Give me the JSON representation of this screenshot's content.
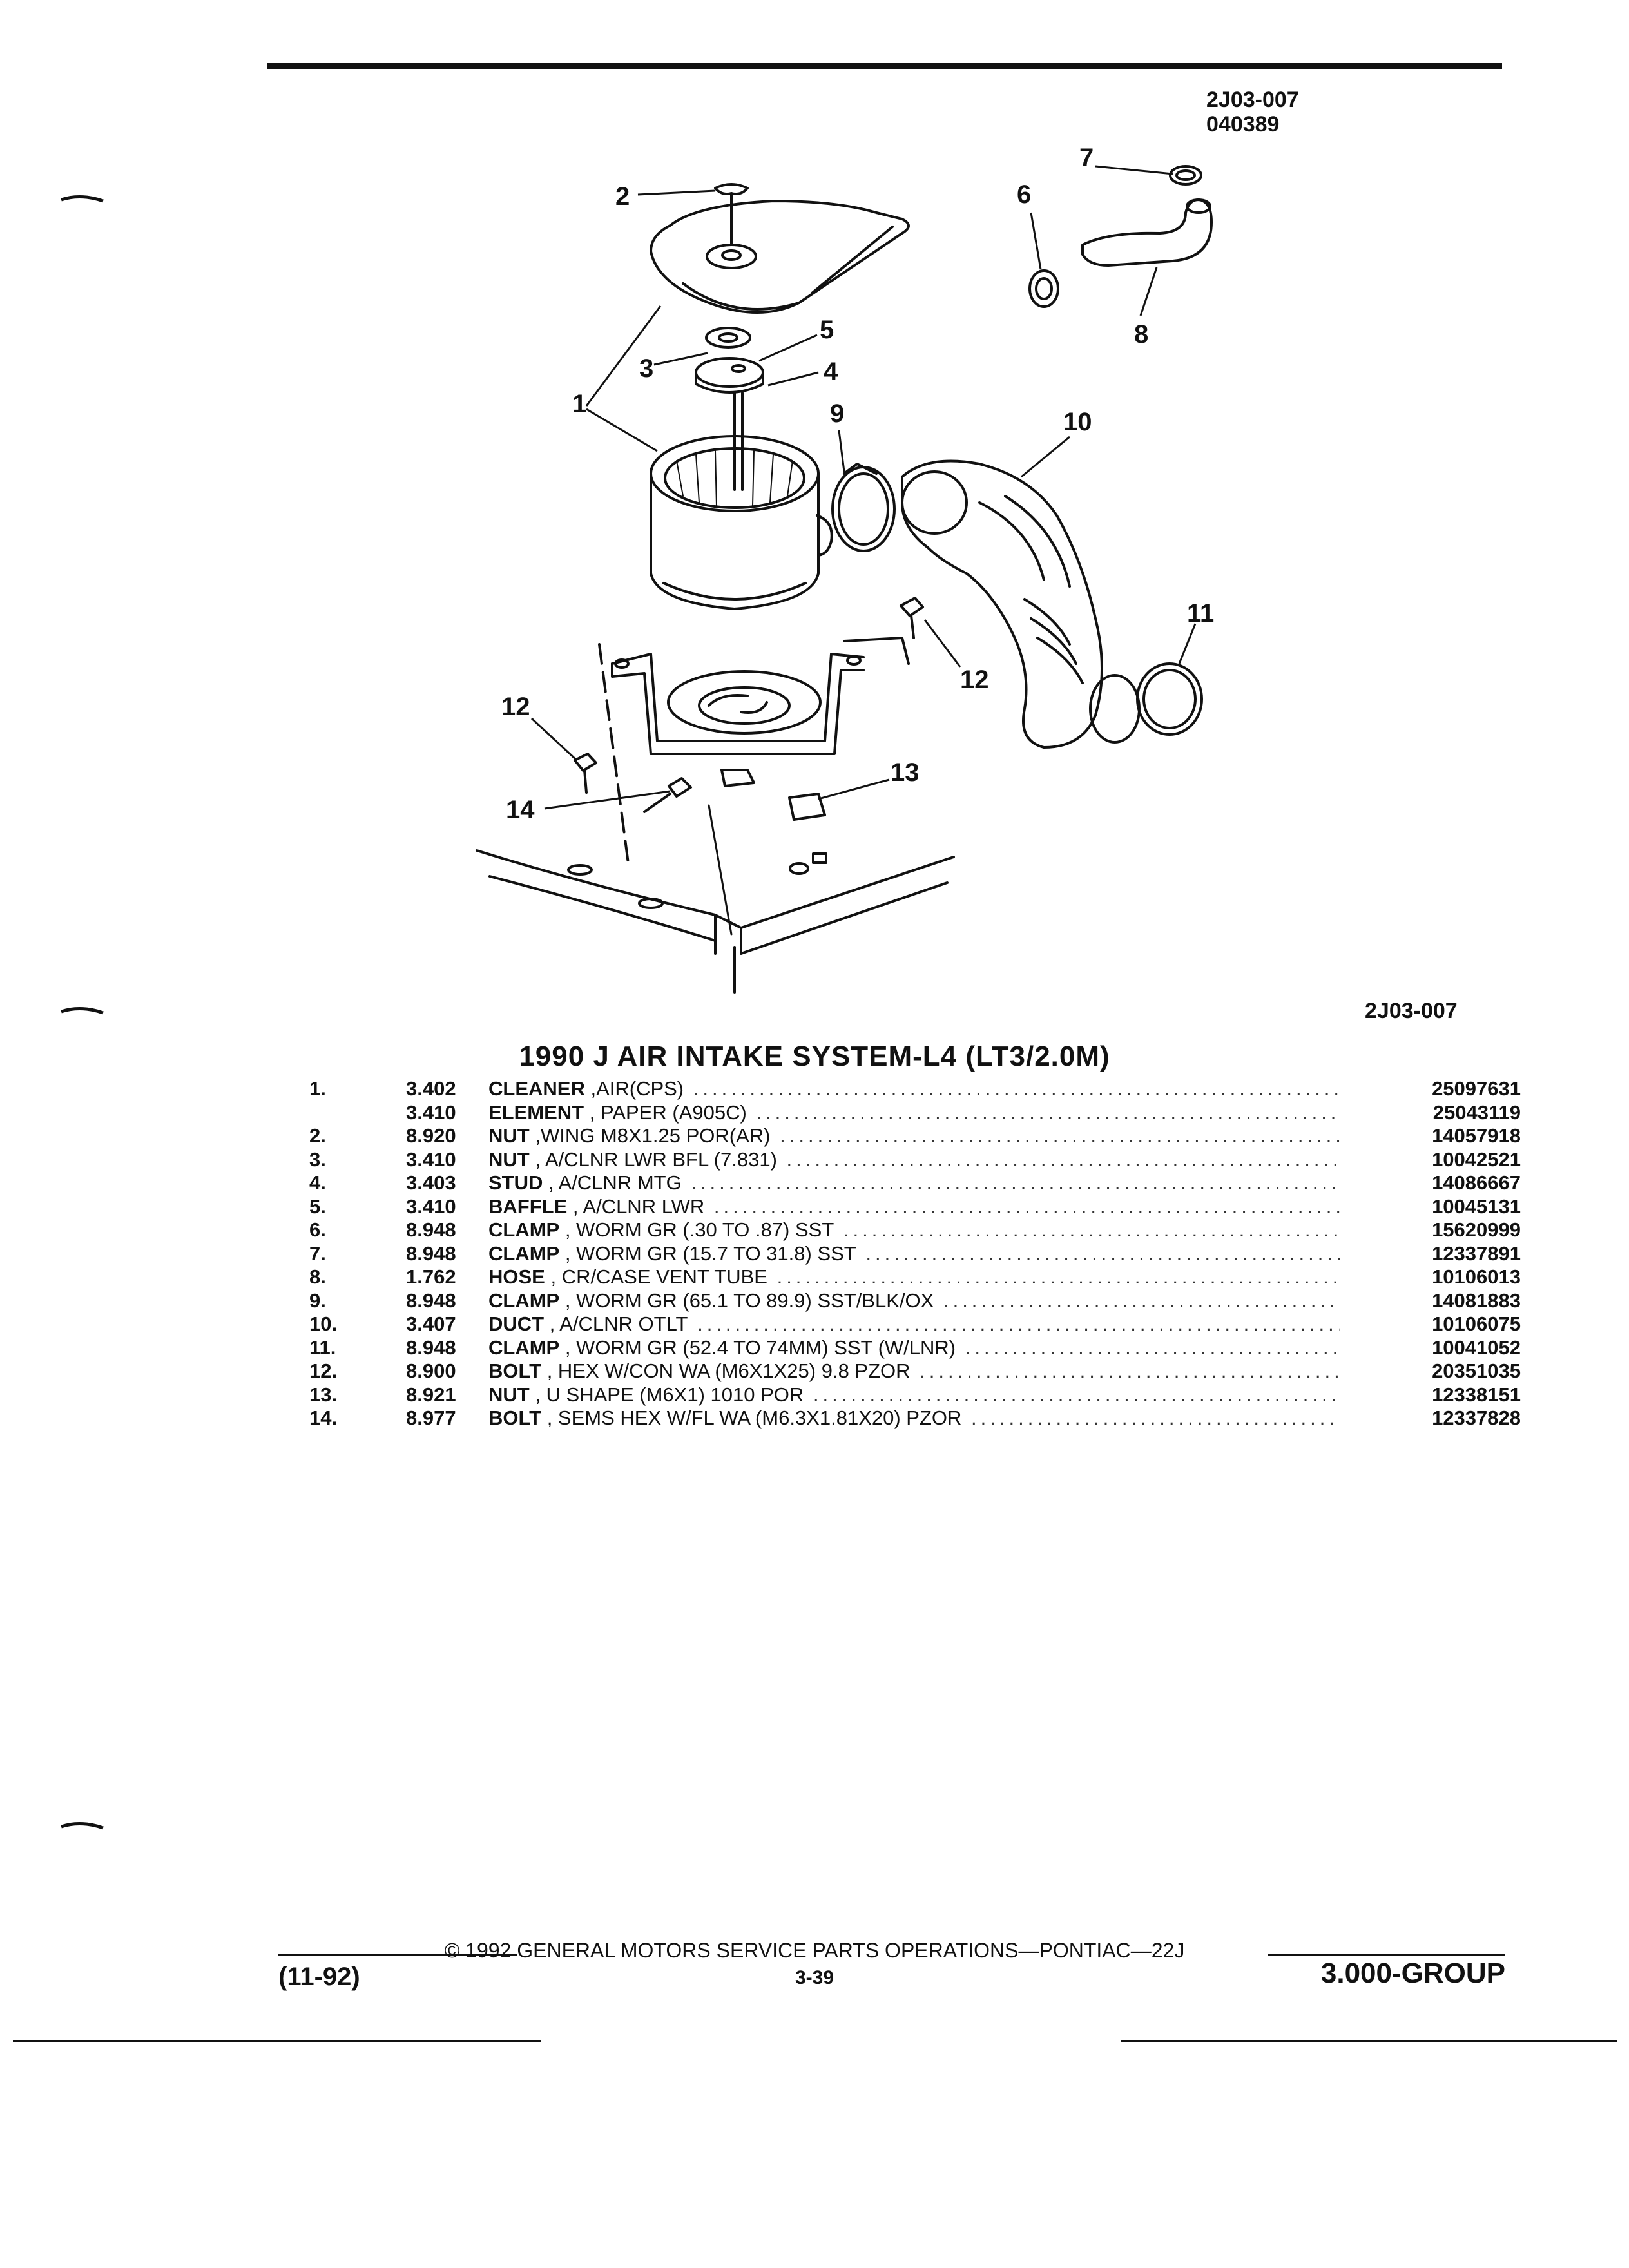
{
  "header": {
    "ref_code": "2J03-007",
    "ref_date": "040389"
  },
  "figure": {
    "code": "2J03-007",
    "callouts": [
      "1",
      "2",
      "3",
      "4",
      "5",
      "6",
      "7",
      "8",
      "9",
      "10",
      "11",
      "12",
      "12",
      "13",
      "14"
    ]
  },
  "title": "1990 J AIR INTAKE SYSTEM-L4 (LT3/2.0M)",
  "parts": [
    {
      "num": "1.",
      "group": "3.402",
      "name": "CLEANER",
      "spec": " ,AIR(CPS)",
      "part_no": "25097631"
    },
    {
      "num": "",
      "group": "3.410",
      "name": "ELEMENT",
      "spec": " , PAPER (A905C)",
      "part_no": "25043119"
    },
    {
      "num": "2.",
      "group": "8.920",
      "name": "NUT",
      "spec": " ,WING M8X1.25 POR(AR)",
      "part_no": "14057918"
    },
    {
      "num": "3.",
      "group": "3.410",
      "name": "NUT",
      "spec": " , A/CLNR LWR BFL (7.831)",
      "part_no": "10042521"
    },
    {
      "num": "4.",
      "group": "3.403",
      "name": "STUD",
      "spec": " , A/CLNR MTG",
      "part_no": "14086667"
    },
    {
      "num": "5.",
      "group": "3.410",
      "name": "BAFFLE",
      "spec": " , A/CLNR LWR",
      "part_no": "10045131"
    },
    {
      "num": "6.",
      "group": "8.948",
      "name": "CLAMP",
      "spec": " , WORM GR (.30 TO .87) SST",
      "part_no": "15620999"
    },
    {
      "num": "7.",
      "group": "8.948",
      "name": "CLAMP",
      "spec": " , WORM GR (15.7 TO 31.8) SST",
      "part_no": "12337891"
    },
    {
      "num": "8.",
      "group": "1.762",
      "name": "HOSE",
      "spec": " , CR/CASE VENT TUBE",
      "part_no": "10106013"
    },
    {
      "num": "9.",
      "group": "8.948",
      "name": "CLAMP",
      "spec": " , WORM GR (65.1 TO 89.9) SST/BLK/OX",
      "part_no": "14081883"
    },
    {
      "num": "10.",
      "group": "3.407",
      "name": "DUCT",
      "spec": " , A/CLNR OTLT",
      "part_no": "10106075"
    },
    {
      "num": "11.",
      "group": "8.948",
      "name": "CLAMP",
      "spec": " , WORM GR (52.4 TO 74MM) SST (W/LNR)",
      "part_no": "10041052"
    },
    {
      "num": "12.",
      "group": "8.900",
      "name": "BOLT",
      "spec": " , HEX W/CON WA (M6X1X25) 9.8 PZOR",
      "part_no": "20351035"
    },
    {
      "num": "13.",
      "group": "8.921",
      "name": "NUT",
      "spec": " , U SHAPE (M6X1) 1010 POR",
      "part_no": "12338151"
    },
    {
      "num": "14.",
      "group": "8.977",
      "name": "BOLT",
      "spec": " , SEMS HEX W/FL WA (M6.3X1.81X20) PZOR",
      "part_no": "12337828"
    }
  ],
  "footer": {
    "copyright": "© 1992 GENERAL MOTORS SERVICE PARTS OPERATIONS—PONTIAC—22J",
    "page": "3-39",
    "date": "(11-92)",
    "group": "3.000-GROUP"
  }
}
